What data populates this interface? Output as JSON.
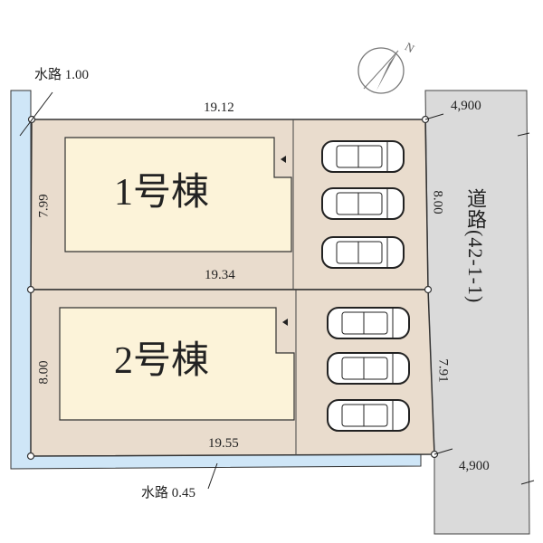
{
  "lots": [
    {
      "label": "1号棟"
    },
    {
      "label": "2号棟"
    }
  ],
  "dimensions": {
    "top": "19.12",
    "middle": "19.34",
    "bottom": "19.55",
    "lot1_left": "7.99",
    "lot1_right": "8.00",
    "lot2_left": "8.00",
    "lot2_right": "7.91",
    "road_top_width": "4,900",
    "road_bottom_width": "4,900"
  },
  "waterways": {
    "north": "水路 1.00",
    "south": "水路 0.45"
  },
  "road": {
    "label": "道路(42-1-1)"
  },
  "compass": {
    "label": "N"
  },
  "colors": {
    "lot": "#e9dccd",
    "building": "#fcf3d9",
    "road": "#dadada",
    "water": "#cfe6f7"
  }
}
